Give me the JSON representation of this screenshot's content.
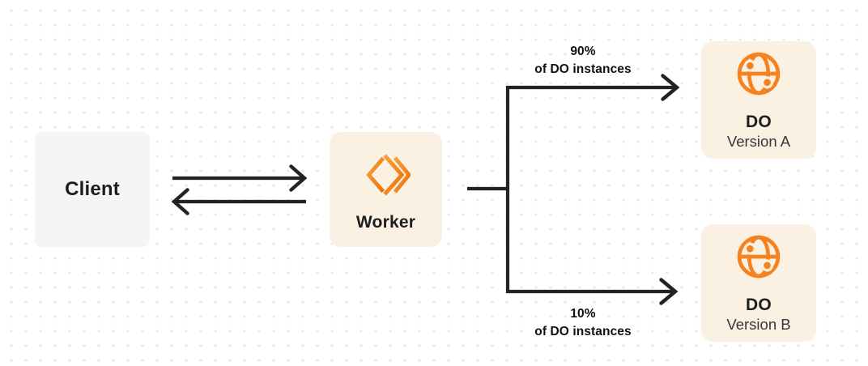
{
  "colors": {
    "orange": "#f6821f",
    "orange_light": "#f9a13b",
    "orange_deep": "#e9720c",
    "cream": "#fbf1e2",
    "gray_box": "#f5f5f6",
    "line": "#222326",
    "text_dark": "#1b1d1f",
    "text_sub": "#34373b",
    "dot": "#e7e7e9"
  },
  "nodes": {
    "client": {
      "label": "Client"
    },
    "worker": {
      "label": "Worker",
      "icon": "workers-chevrons-icon"
    },
    "do_version_a": {
      "title": "DO",
      "subtitle": "Version A",
      "icon": "durable-object-globe-icon"
    },
    "do_version_b": {
      "title": "DO",
      "subtitle": "Version B",
      "icon": "durable-object-globe-icon"
    }
  },
  "edge_labels": {
    "to_version_a": {
      "line1": "90%",
      "line2": "of DO instances"
    },
    "to_version_b": {
      "line1": "10%",
      "line2": "of DO instances"
    }
  }
}
